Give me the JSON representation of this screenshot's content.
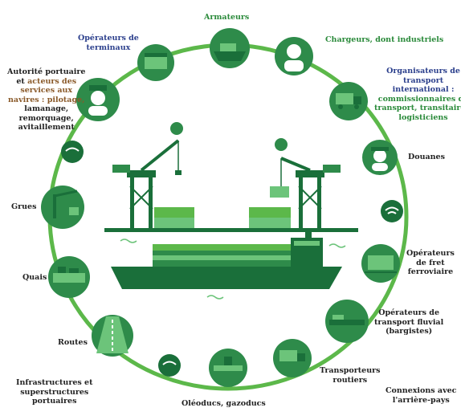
{
  "title": "",
  "colors": {
    "ring": "#5cb84a",
    "node_dark": "#1a6f3a",
    "node_mid": "#2e8b4a",
    "node_light": "#6cc47a",
    "label_blue": "#2b3f8c",
    "label_green": "#2a8a3a",
    "label_brown": "#8a5a2a",
    "label_dark": "#222222"
  },
  "labels": {
    "armateurs": "Armateurs",
    "operateurs_terminaux": [
      "Opérateurs de",
      "terminaux"
    ],
    "chargeurs": "Chargeurs, dont industriels",
    "organisateurs": [
      "Organisateurs de",
      "transport",
      "international :"
    ],
    "commissionnaires": [
      "commissionnaires de",
      "transport, transitaires,",
      "logisticiens"
    ],
    "autorite_part1": "Autorité portuaire",
    "autorite_part2": "et ",
    "autorite_part3": [
      "acteurs des",
      "services aux",
      "navires : pilotage,"
    ],
    "autorite_part4": [
      "lamanage,",
      "remorquage,",
      "avitaillement"
    ],
    "douanes": "Douanes",
    "grues": "Grues",
    "fret_ferroviaire": [
      "Opérateurs",
      "de fret",
      "ferroviaire"
    ],
    "quais": "Quais",
    "transport_fluvial": [
      "Opérateurs de",
      "transport fluvial",
      "(bargistes)"
    ],
    "routes": "Routes",
    "transporteurs_routiers": [
      "Transporteurs",
      "routiers"
    ],
    "infrastructures": [
      "Infrastructures et",
      "superstructures",
      "portuaires"
    ],
    "oleoducs": "Oléoducs, gazoducs",
    "connexions": [
      "Connexions avec",
      "l'arrière-pays"
    ]
  },
  "icons": [
    "container-terminal-icon",
    "ship-icon",
    "shipper-person-icon",
    "truck-icon",
    "customs-officer-icon",
    "wifi-icon",
    "rail-freight-icon",
    "barge-icon",
    "road-truck-icon",
    "pipeline-icon",
    "road-icon",
    "quay-icon",
    "crane-icon",
    "harbor-pilot-icon",
    "port-cranes-icon",
    "container-ship-icon"
  ]
}
